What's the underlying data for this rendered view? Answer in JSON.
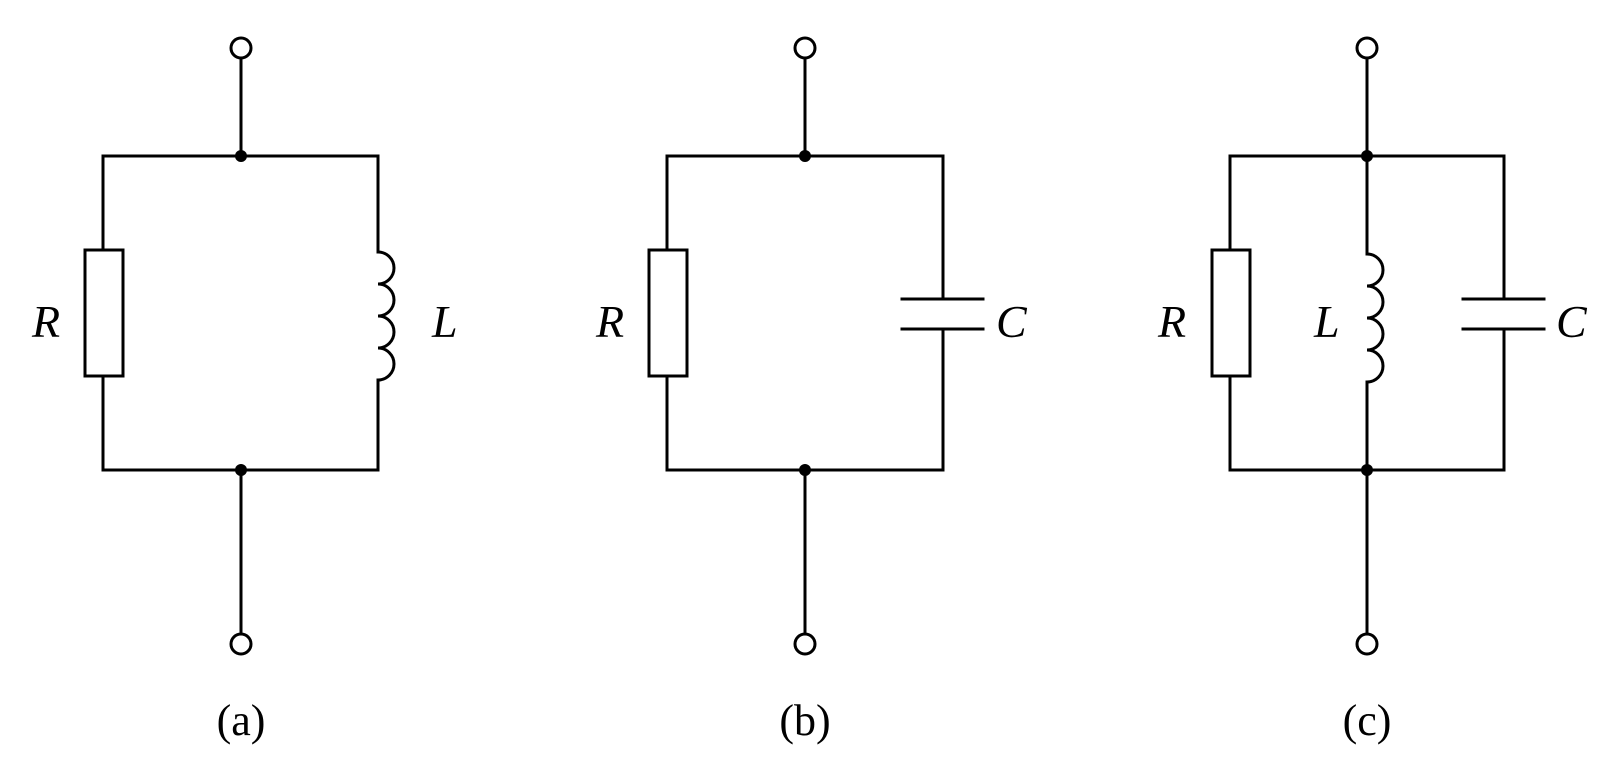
{
  "circuits": [
    {
      "caption": "(a)",
      "components": [
        {
          "type": "resistor",
          "label": "R"
        },
        {
          "type": "inductor",
          "label": "L"
        }
      ]
    },
    {
      "caption": "(b)",
      "components": [
        {
          "type": "resistor",
          "label": "R"
        },
        {
          "type": "capacitor",
          "label": "C"
        }
      ]
    },
    {
      "caption": "(c)",
      "components": [
        {
          "type": "resistor",
          "label": "R"
        },
        {
          "type": "inductor",
          "label": "L"
        },
        {
          "type": "capacitor",
          "label": "C"
        }
      ]
    }
  ],
  "colors": {
    "stroke": "#000000",
    "background": "#ffffff"
  }
}
